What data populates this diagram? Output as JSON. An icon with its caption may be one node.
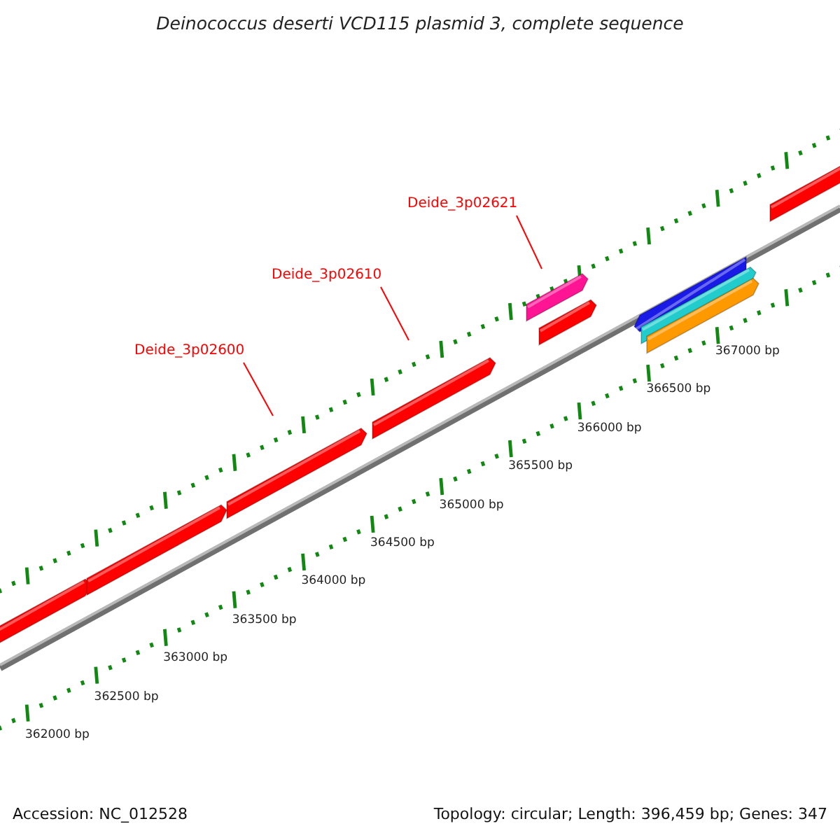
{
  "diagram": {
    "title": "Deinococcus deserti VCD115 plasmid 3, complete sequence",
    "nodes": [
      {
        "text": [
          "Deide_3p02600"
        ]
      },
      {
        "text": [
          "Deide_3p02610"
        ]
      },
      {
        "text": [
          "Deide_3p02621"
        ]
      }
    ],
    "edges": [
      {
        "from": 0,
        "to": null,
        "arrow": "none"
      },
      {
        "from": 1,
        "to": null,
        "arrow": "none"
      },
      {
        "from": 2,
        "to": null,
        "arrow": "none"
      }
    ],
    "labels": [
      "362000 bp",
      "362500 bp",
      "363000 bp",
      "363500 bp",
      "364000 bp",
      "364500 bp",
      "365000 bp",
      "365500 bp",
      "366000 bp",
      "366500 bp",
      "367000 bp",
      "Accession: NC_012528",
      "Topology: circular; Length: 396,459 bp; Genes: 347"
    ]
  }
}
